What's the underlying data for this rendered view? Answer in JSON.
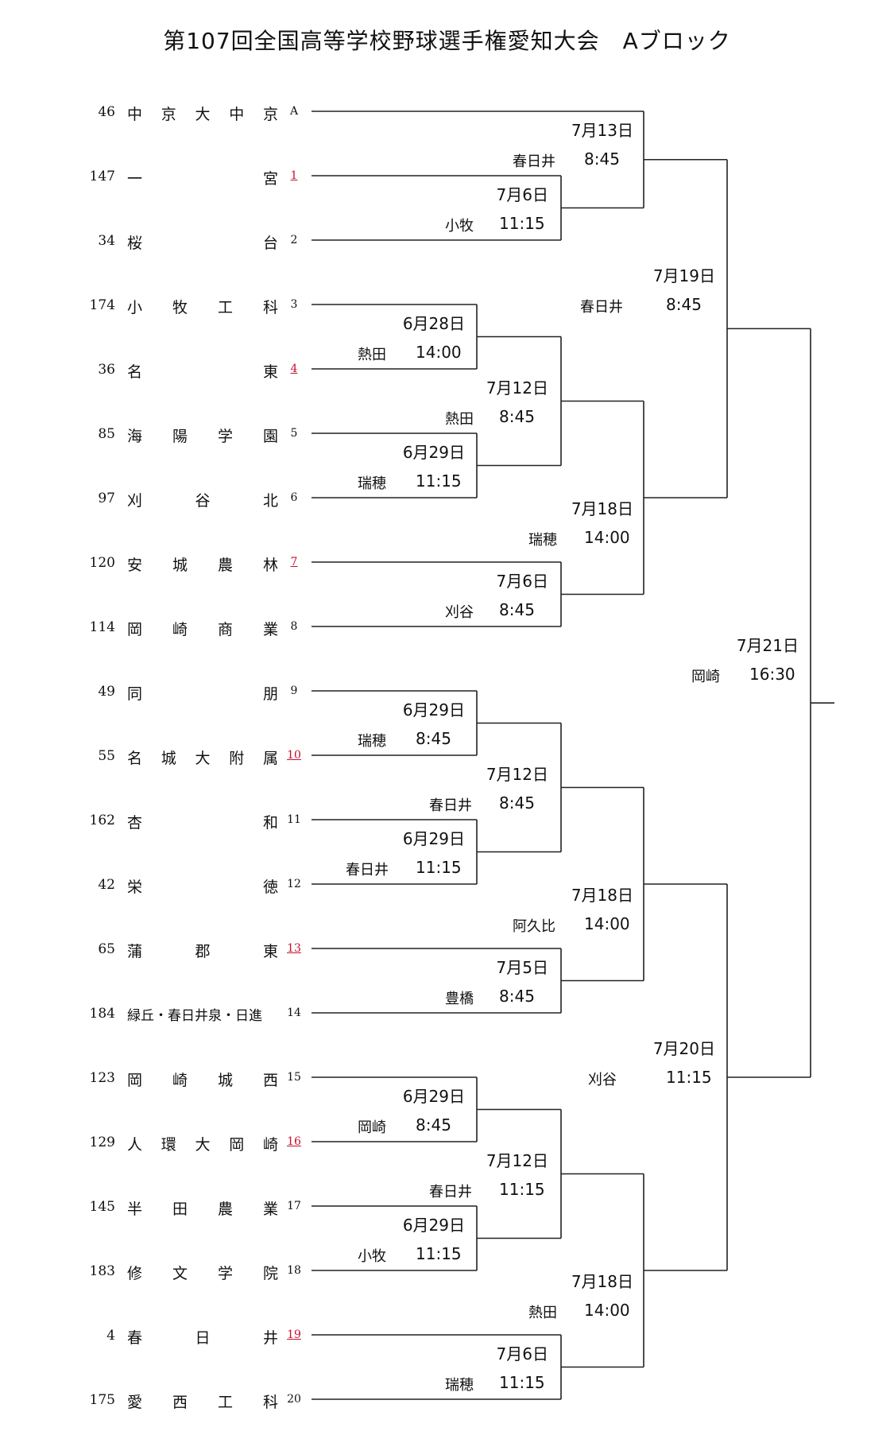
{
  "title": "第107回全国高等学校野球選手権愛知大会　Aブロック",
  "teams": [
    {
      "seed": "46",
      "name": "中京大中京",
      "num": "A",
      "red": false
    },
    {
      "seed": "147",
      "name": "一宮",
      "num": "1",
      "red": true
    },
    {
      "seed": "34",
      "name": "桜台",
      "num": "2",
      "red": false
    },
    {
      "seed": "174",
      "name": "小牧工科",
      "num": "3",
      "red": false
    },
    {
      "seed": "36",
      "name": "名東",
      "num": "4",
      "red": true
    },
    {
      "seed": "85",
      "name": "海陽学園",
      "num": "5",
      "red": false
    },
    {
      "seed": "97",
      "name": "刈谷北",
      "num": "6",
      "red": false
    },
    {
      "seed": "120",
      "name": "安城農林",
      "num": "7",
      "red": true
    },
    {
      "seed": "114",
      "name": "岡崎商業",
      "num": "8",
      "red": false
    },
    {
      "seed": "49",
      "name": "同朋",
      "num": "9",
      "red": false
    },
    {
      "seed": "55",
      "name": "名城大附属",
      "num": "10",
      "red": true
    },
    {
      "seed": "162",
      "name": "杏和",
      "num": "11",
      "red": false
    },
    {
      "seed": "42",
      "name": "栄徳",
      "num": "12",
      "red": false
    },
    {
      "seed": "65",
      "name": "蒲郡東",
      "num": "13",
      "red": true
    },
    {
      "seed": "184",
      "name": "緑丘・春日井泉・日進",
      "num": "14",
      "red": false
    },
    {
      "seed": "123",
      "name": "岡崎城西",
      "num": "15",
      "red": false
    },
    {
      "seed": "129",
      "name": "人環大岡崎",
      "num": "16",
      "red": true
    },
    {
      "seed": "145",
      "name": "半田農業",
      "num": "17",
      "red": false
    },
    {
      "seed": "183",
      "name": "修文学院",
      "num": "18",
      "red": false
    },
    {
      "seed": "4",
      "name": "春日井",
      "num": "19",
      "red": true
    },
    {
      "seed": "175",
      "name": "愛西工科",
      "num": "20",
      "red": false
    }
  ],
  "matches": [
    {
      "date": "7月6日",
      "venue": "小牧",
      "time": "11:15"
    },
    {
      "date": "6月28日",
      "venue": "熱田",
      "time": "14:00"
    },
    {
      "date": "6月29日",
      "venue": "瑞穂",
      "time": "11:15"
    },
    {
      "date": "7月6日",
      "venue": "刈谷",
      "time": "8:45"
    },
    {
      "date": "6月29日",
      "venue": "瑞穂",
      "time": "8:45"
    },
    {
      "date": "6月29日",
      "venue": "春日井",
      "time": "11:15"
    },
    {
      "date": "7月5日",
      "venue": "豊橋",
      "time": "8:45"
    },
    {
      "date": "6月29日",
      "venue": "岡崎",
      "time": "8:45"
    },
    {
      "date": "6月29日",
      "venue": "小牧",
      "time": "11:15"
    },
    {
      "date": "7月6日",
      "venue": "瑞穂",
      "time": "11:15"
    },
    {
      "date": "7月13日",
      "venue": "春日井",
      "time": "8:45"
    },
    {
      "date": "7月12日",
      "venue": "熱田",
      "time": "8:45"
    },
    {
      "date": "7月12日",
      "venue": "春日井",
      "time": "8:45"
    },
    {
      "date": "7月12日",
      "venue": "春日井",
      "time": "11:15"
    },
    {
      "date": "7月18日",
      "venue": "瑞穂",
      "time": "14:00"
    },
    {
      "date": "7月18日",
      "venue": "阿久比",
      "time": "14:00"
    },
    {
      "date": "7月18日",
      "venue": "熱田",
      "time": "14:00"
    },
    {
      "date": "7月19日",
      "venue": "春日井",
      "time": "8:45"
    },
    {
      "date": "7月20日",
      "venue": "刈谷",
      "time": "11:15"
    },
    {
      "date": "7月21日",
      "venue": "岡崎",
      "time": "16:30"
    }
  ]
}
